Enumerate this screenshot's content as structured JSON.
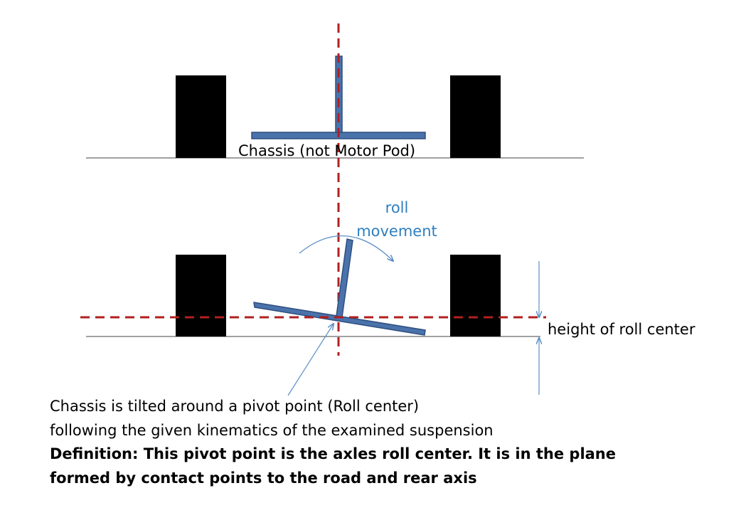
{
  "labels": {
    "chassis": "Chassis (not Motor Pod)",
    "roll_line1": "roll",
    "roll_line2": "movement",
    "height_of_roll_center": "height of roll center"
  },
  "description": {
    "line1": "Chassis is tilted around a pivot point (Roll center)",
    "line2": "following the given kinematics of the examined suspension",
    "definition_line1": "Definition: This pivot point is the axles roll center. It is in the plane",
    "definition_line2": "formed by contact points to the road and rear axis"
  },
  "colors": {
    "wheel": "#000000",
    "chassis_fill": "#4a72ab",
    "chassis_stroke": "#2e4f7f",
    "axis_dashed": "#b11f1f",
    "annotation": "#5b8fc7",
    "roll_text": "#2f7fbf",
    "ground": "#808080"
  }
}
